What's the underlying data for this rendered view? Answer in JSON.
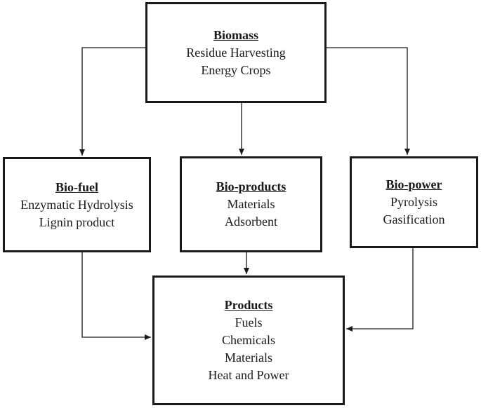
{
  "nodes": {
    "biomass": {
      "title": "Biomass",
      "lines": [
        "Residue Harvesting",
        "Energy Crops"
      ]
    },
    "biofuel": {
      "title": "Bio-fuel",
      "lines": [
        "Enzymatic Hydrolysis",
        "Lignin product"
      ]
    },
    "bioproducts": {
      "title": "Bio-products",
      "lines": [
        "Materials",
        "Adsorbent"
      ]
    },
    "biopower": {
      "title": "Bio-power",
      "lines": [
        "Pyrolysis",
        "Gasification"
      ]
    },
    "products": {
      "title": "Products",
      "lines": [
        "Fuels",
        "Chemicals",
        "Materials",
        "Heat and Power"
      ]
    }
  },
  "edges": [
    {
      "from": "Biomass",
      "to": "Bio-fuel"
    },
    {
      "from": "Biomass",
      "to": "Bio-products"
    },
    {
      "from": "Biomass",
      "to": "Bio-power"
    },
    {
      "from": "Bio-fuel",
      "to": "Products"
    },
    {
      "from": "Bio-products",
      "to": "Products"
    },
    {
      "from": "Bio-power",
      "to": "Products"
    }
  ],
  "colors": {
    "line": "#1a1a1a",
    "background": "#ffffff"
  }
}
